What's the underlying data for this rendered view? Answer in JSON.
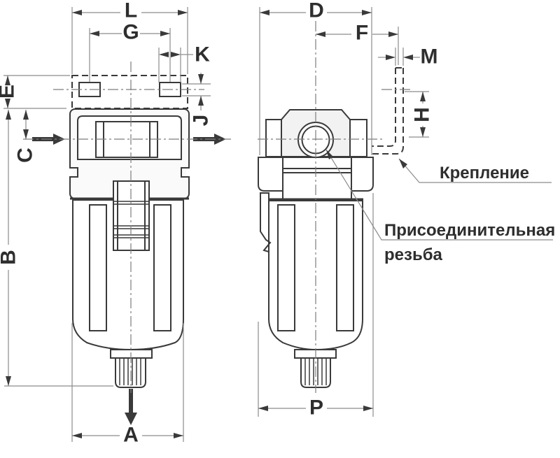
{
  "colors": {
    "outline": "#3a3a3a",
    "thin_line": "#8c8c8c",
    "centerline": "#7d7d7d",
    "text": "#2e2e2e",
    "background": "#ffffff",
    "light_fill": "#f2f2f2"
  },
  "dims": {
    "L": "L",
    "G": "G",
    "K": "K",
    "J": "J",
    "E": "E",
    "C": "C",
    "B": "B",
    "A": "A",
    "D": "D",
    "F": "F",
    "M": "M",
    "H": "H",
    "P": "P"
  },
  "annotations": {
    "mounting": "Крепление",
    "thread_line1": "Присоединительная",
    "thread_line2": "резьба"
  }
}
